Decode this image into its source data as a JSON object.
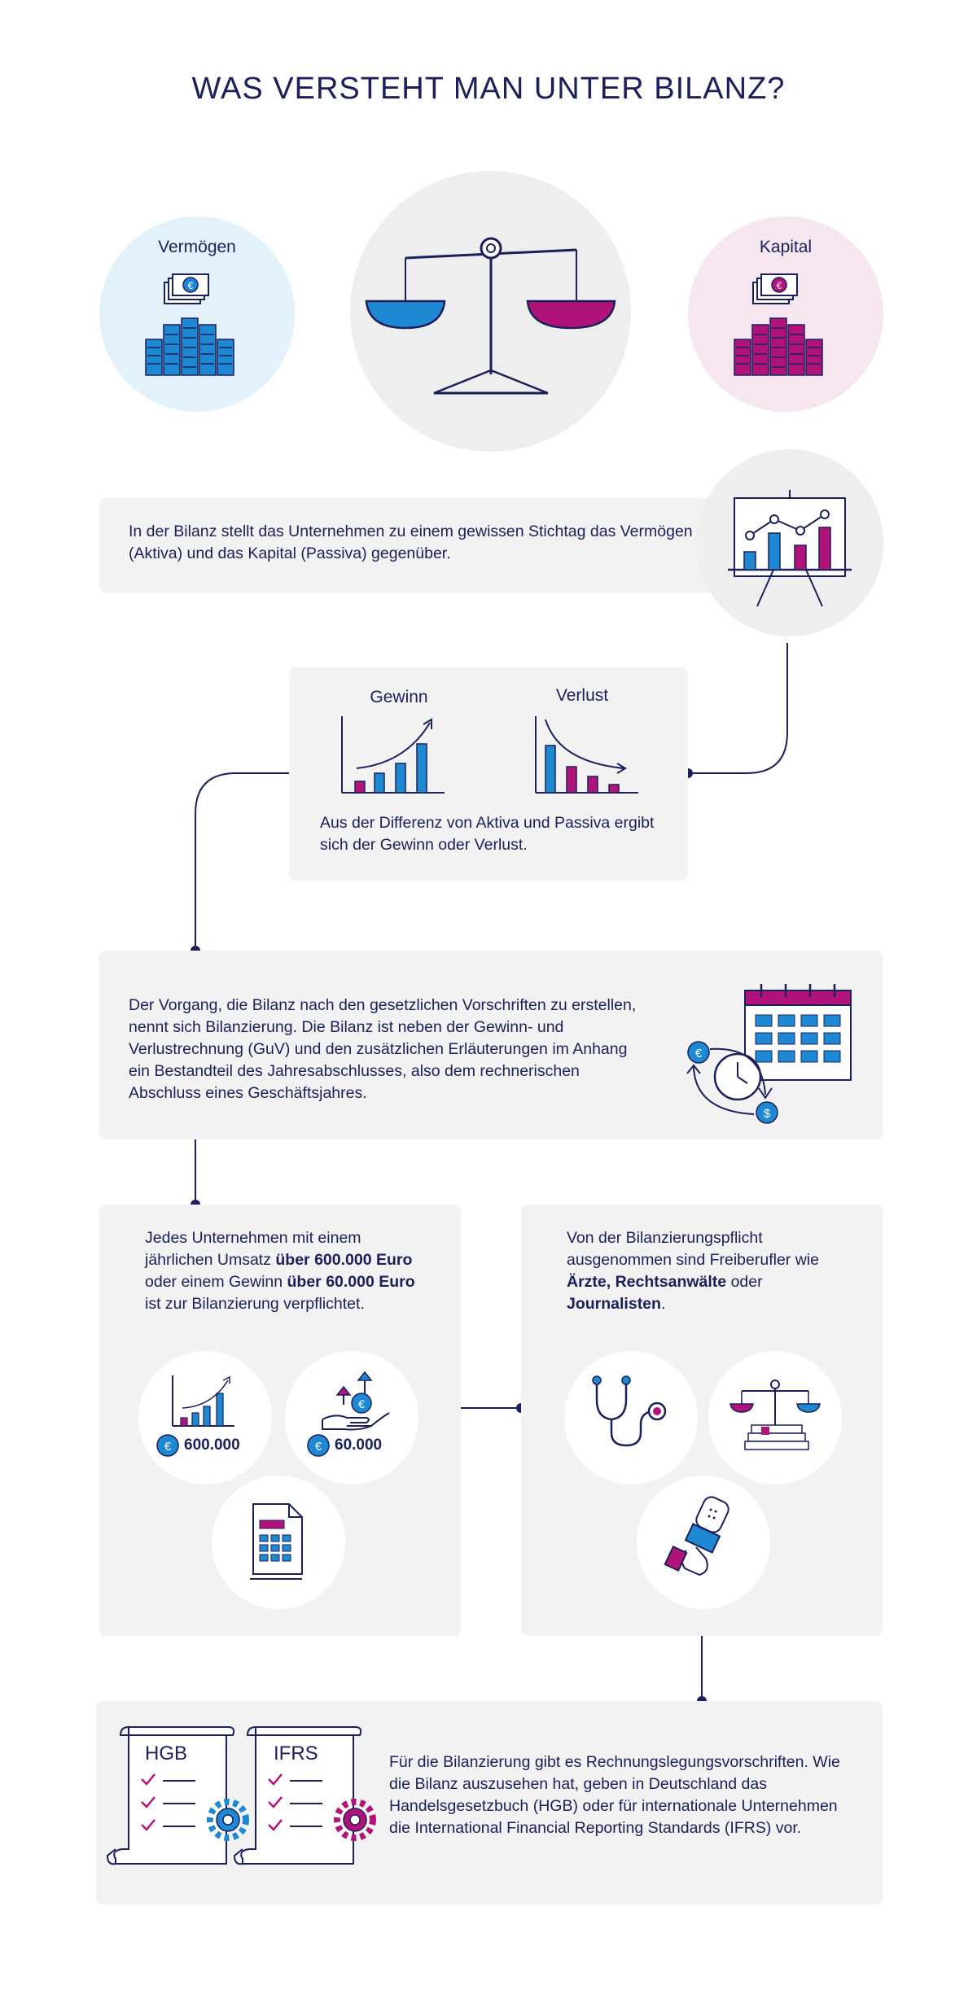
{
  "title": "WAS VERSTEHT MAN UNTER BILANZ?",
  "top": {
    "left_label": "Vermögen",
    "right_label": "Kapital"
  },
  "section1": {
    "text": "In der Bilanz stellt das Unternehmen zu einem gewissen Stichtag das Vermögen (Aktiva) und das Kapital (Passiva) gegenüber."
  },
  "section2": {
    "gain_label": "Gewinn",
    "loss_label": "Verlust",
    "text": "Aus der Differenz von Aktiva und Passiva ergibt sich der Gewinn oder Verlust."
  },
  "section3": {
    "text": "Der Vorgang, die Bilanz nach den gesetzlichen Vorschriften zu erstellen, nennt sich Bilanzierung. Die Bilanz ist neben der Gewinn- und Verlustrechnung (GuV) und den zusätzlichen Erläuterungen im Anhang ein Bestandteil des Jahresabschlusses, also dem rechnerischen Abschluss eines Geschäftsjahres."
  },
  "section4_left": {
    "t1": "Jedes Unternehmen mit einem jährlichen Umsatz ",
    "b1": "über 600.000 Euro",
    "t2": " oder einem Gewinn ",
    "b2": "über 60.000 Euro",
    "t3": " ist zur Bilanzierung verpflichtet.",
    "amount1": "600.000",
    "amount2": "60.000"
  },
  "section4_right": {
    "t1": "Von der Bilanzierungspflicht ausgenommen sind Freiberufler wie ",
    "b1": "Ärzte, Rechtsanwälte",
    "t2": " oder ",
    "b2": "Journalisten",
    "t3": "."
  },
  "section5": {
    "doc1": "HGB",
    "doc2": "IFRS",
    "text": "Für die Bilanzierung gibt es Rechnungslegungsvorschriften. Wie die Bilanz auszusehen hat, geben in Deutschland das Handelsgesetzbuch (HGB) oder für internationale Unternehmen die International Financial Reporting Standards (IFRS) vor."
  },
  "colors": {
    "navy": "#1b1f5a",
    "blue": "#1e88d2",
    "magenta": "#b0147a",
    "box_gray": "#f2f2f2",
    "circle_gray": "#eeeeee",
    "light_blue": "#e3f1fa",
    "light_pink": "#f5e6f0"
  },
  "icons": [
    "money-stack-icon",
    "balance-scale-icon",
    "presentation-chart-icon",
    "growth-chart-icon",
    "decline-chart-icon",
    "calendar-clock-icon",
    "hand-euro-icon",
    "calculator-icon",
    "stethoscope-icon",
    "justice-scale-icon",
    "microphone-icon",
    "document-gear-icon"
  ]
}
